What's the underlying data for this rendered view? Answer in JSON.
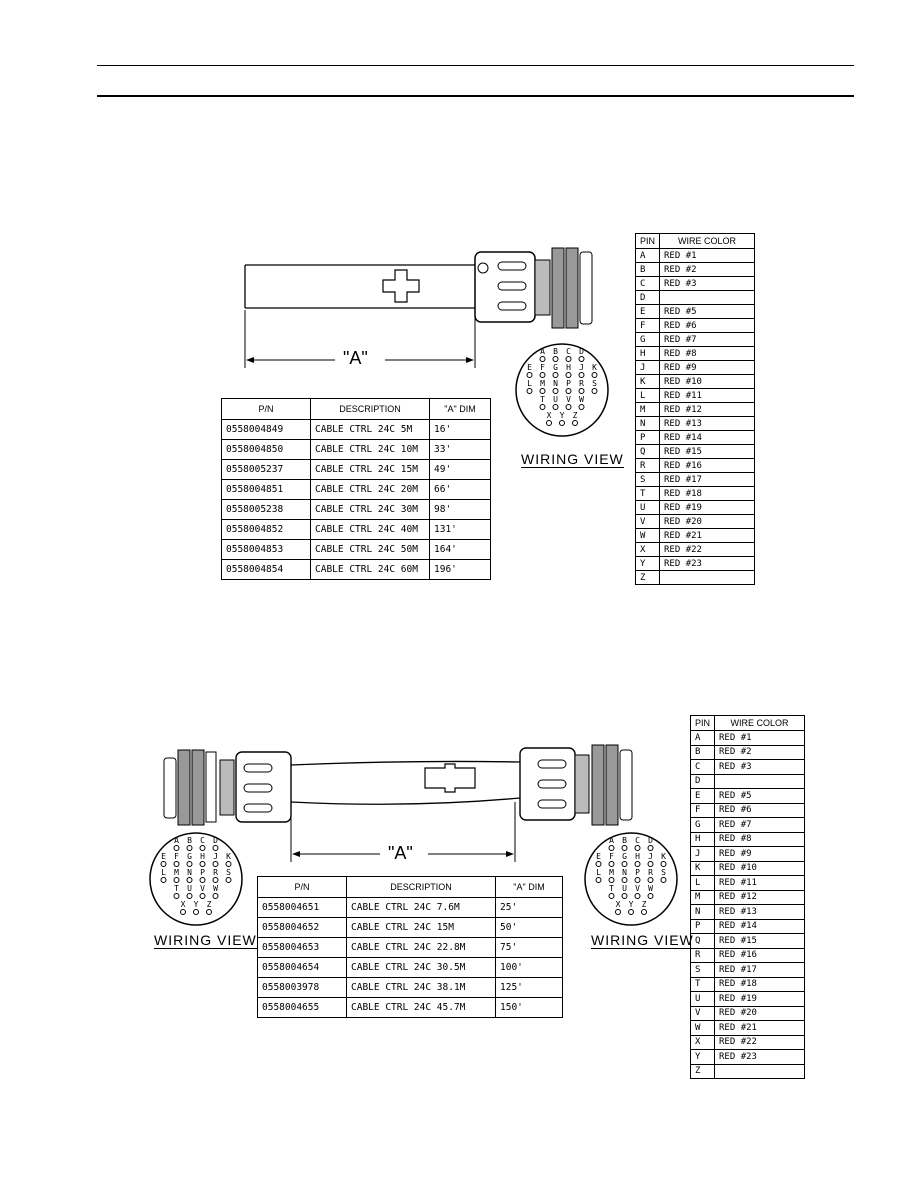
{
  "dim_label": "\"A\"",
  "wiring_view_label": "WIRING VIEW",
  "connector_pins": [
    "A",
    "B",
    "C",
    "D",
    "E",
    "F",
    "G",
    "H",
    "J",
    "K",
    "L",
    "M",
    "N",
    "P",
    "R",
    "S",
    "T",
    "U",
    "V",
    "W",
    "X",
    "Y",
    "Z"
  ],
  "table1": {
    "headers": [
      "P/N",
      "DESCRIPTION",
      "\"A\" DIM"
    ],
    "rows": [
      [
        "0558004849",
        "CABLE CTRL 24C 5M",
        "16'"
      ],
      [
        "0558004850",
        "CABLE CTRL 24C 10M",
        "33'"
      ],
      [
        "0558005237",
        "CABLE CTRL 24C 15M",
        "49'"
      ],
      [
        "0558004851",
        "CABLE CTRL 24C 20M",
        "66'"
      ],
      [
        "0558005238",
        "CABLE CTRL 24C 30M",
        "98'"
      ],
      [
        "0558004852",
        "CABLE CTRL 24C 40M",
        "131'"
      ],
      [
        "0558004853",
        "CABLE CTRL 24C 50M",
        "164'"
      ],
      [
        "0558004854",
        "CABLE CTRL 24C 60M",
        "196'"
      ]
    ]
  },
  "table2": {
    "headers": [
      "P/N",
      "DESCRIPTION",
      "\"A\" DIM"
    ],
    "rows": [
      [
        "0558004651",
        "CABLE CTRL 24C   7.6M",
        "25'"
      ],
      [
        "0558004652",
        "CABLE CTRL 24C   15M",
        "50'"
      ],
      [
        "0558004653",
        "CABLE CTRL 24C   22.8M",
        "75'"
      ],
      [
        "0558004654",
        "CABLE CTRL 24C   30.5M",
        "100'"
      ],
      [
        "0558003978",
        "CABLE CTRL 24C   38.1M",
        "125'"
      ],
      [
        "0558004655",
        "CABLE CTRL 24C   45.7M",
        "150'"
      ]
    ]
  },
  "pin_table": {
    "headers": [
      "PIN",
      "WIRE COLOR"
    ],
    "rows": [
      [
        "A",
        "RED #1"
      ],
      [
        "B",
        "RED #2"
      ],
      [
        "C",
        "RED #3"
      ],
      [
        "D",
        ""
      ],
      [
        "E",
        "RED #5"
      ],
      [
        "F",
        "RED #6"
      ],
      [
        "G",
        "RED #7"
      ],
      [
        "H",
        "RED #8"
      ],
      [
        "J",
        "RED #9"
      ],
      [
        "K",
        "RED #10"
      ],
      [
        "L",
        "RED #11"
      ],
      [
        "M",
        "RED #12"
      ],
      [
        "N",
        "RED #13"
      ],
      [
        "P",
        "RED #14"
      ],
      [
        "Q",
        "RED #15"
      ],
      [
        "R",
        "RED #16"
      ],
      [
        "S",
        "RED #17"
      ],
      [
        "T",
        "RED #18"
      ],
      [
        "U",
        "RED #19"
      ],
      [
        "V",
        "RED #20"
      ],
      [
        "W",
        "RED #21"
      ],
      [
        "X",
        "RED #22"
      ],
      [
        "Y",
        "RED #23"
      ],
      [
        "Z",
        ""
      ]
    ]
  }
}
